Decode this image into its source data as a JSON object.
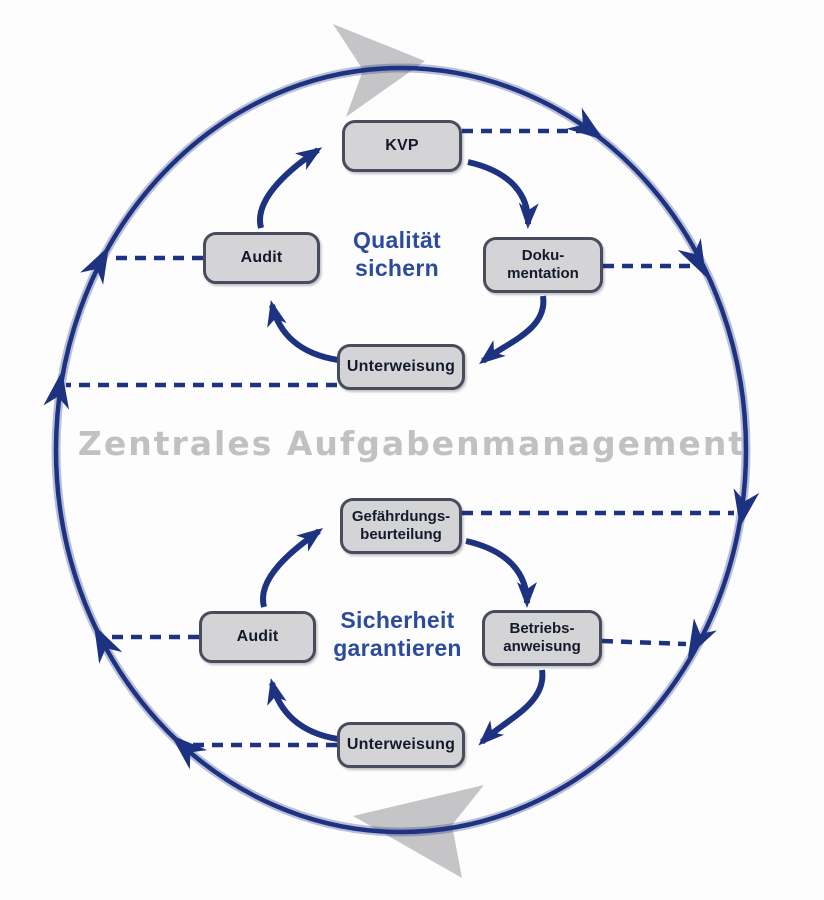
{
  "colors": {
    "navy": "#1e3282",
    "label_blue": "#2c4b9d",
    "center_gray": "#c1c1c4",
    "box_fill": "#d4d4d6",
    "box_border": "#474d5c",
    "box_text": "#141a2c",
    "gray_arrow": "#c5c5c7",
    "background": "#fdfdfd"
  },
  "diagram": {
    "center_title": "Zentrales Aufgabenmanagement",
    "cycles": {
      "quality": {
        "label_lines": [
          "Qualität",
          "sichern"
        ],
        "boxes": {
          "kvp": {
            "lines": [
              "KVP"
            ]
          },
          "audit": {
            "lines": [
              "Audit"
            ]
          },
          "dokumentation": {
            "lines": [
              "Doku-",
              "mentation"
            ]
          },
          "unterweisung": {
            "lines": [
              "Unterweisung"
            ]
          }
        }
      },
      "safety": {
        "label_lines": [
          "Sicherheit",
          "garantieren"
        ],
        "boxes": {
          "gefaehrdungsbeurteilung": {
            "lines": [
              "Gefährdungs-",
              "beurteilung"
            ]
          },
          "audit": {
            "lines": [
              "Audit"
            ]
          },
          "betriebsanweisung": {
            "lines": [
              "Betriebs-",
              "anweisung"
            ]
          },
          "unterweisung": {
            "lines": [
              "Unterweisung"
            ]
          }
        }
      }
    }
  }
}
